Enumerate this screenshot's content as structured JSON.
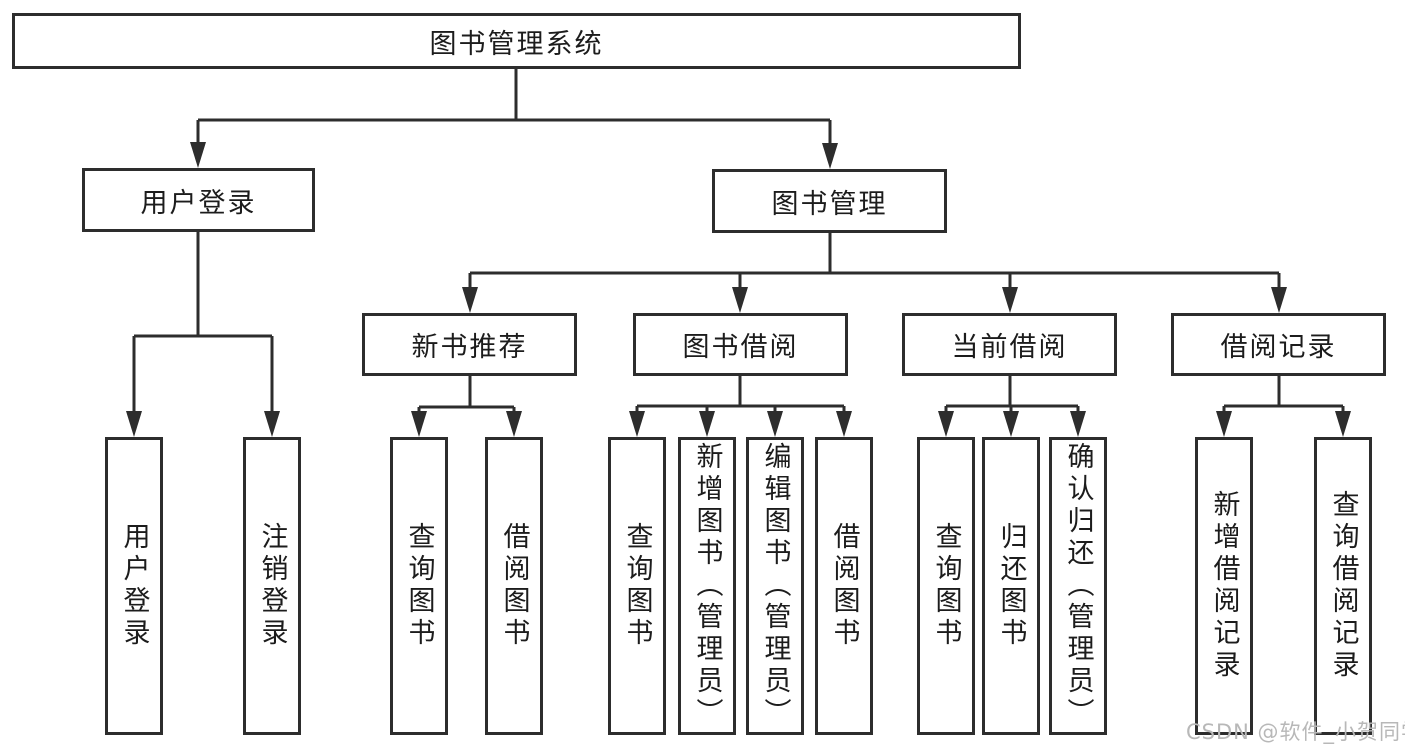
{
  "colors": {
    "line": "#2d2d2d",
    "text": "#1c1c1c",
    "background": "#ffffff",
    "watermark": "#b8b8b8"
  },
  "diagram": {
    "root": {
      "label": "图书管理系统"
    },
    "login": {
      "label": "用户登录",
      "children": [
        {
          "label": "用户登录"
        },
        {
          "label": "注销登录"
        }
      ]
    },
    "management": {
      "label": "图书管理"
    },
    "sections": [
      {
        "label": "新书推荐",
        "children": [
          {
            "label": "查询图书"
          },
          {
            "label": "借阅图书"
          }
        ]
      },
      {
        "label": "图书借阅",
        "children": [
          {
            "label": "查询图书"
          },
          {
            "label": "新增图书（管理员）"
          },
          {
            "label": "编辑图书（管理员）"
          },
          {
            "label": "借阅图书"
          }
        ]
      },
      {
        "label": "当前借阅",
        "children": [
          {
            "label": "查询图书"
          },
          {
            "label": "归还图书"
          },
          {
            "label": "确认归还（管理员）"
          }
        ]
      },
      {
        "label": "借阅记录",
        "children": [
          {
            "label": "新增借阅记录"
          },
          {
            "label": "查询借阅记录"
          }
        ]
      }
    ]
  },
  "watermark": "CSDN @软件_小贺同学"
}
